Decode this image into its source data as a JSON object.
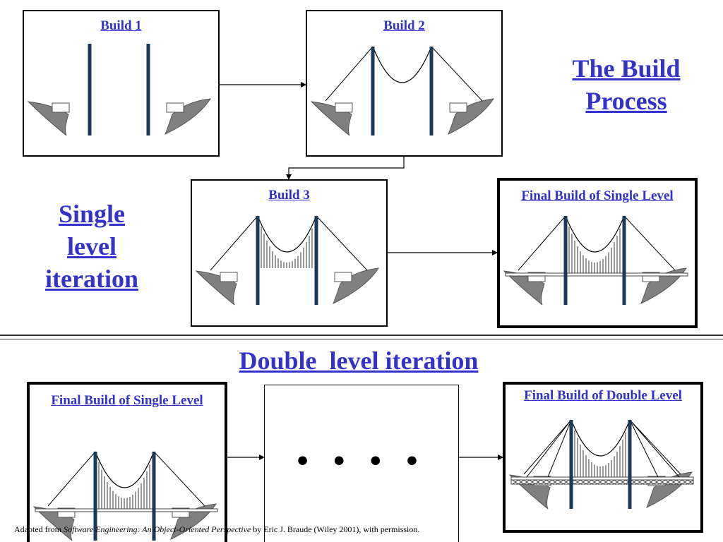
{
  "title": {
    "line1": "The Build",
    "line2": "Process"
  },
  "single_label": {
    "line1": "Single",
    "line2": "level",
    "line3": "iteration"
  },
  "double_label": "Double  level iteration",
  "boxes": {
    "build1": "Build 1",
    "build2": "Build 2",
    "build3": "Build 3",
    "final_single": "Final Build of Single Level",
    "final_single_2": "Final Build of Single Level",
    "final_double": "Final Build of Double Level"
  },
  "ellipsis": "• • • •",
  "footer": {
    "prefix": "Adapted from ",
    "book": "Software Engineering: An Object-Oriented Perspective",
    "suffix": " by Eric J. Braude (Wiley 2001), with permission."
  },
  "colors": {
    "caption": "#3333cc",
    "tower": "#1a3a5c",
    "bank": "#808080"
  }
}
